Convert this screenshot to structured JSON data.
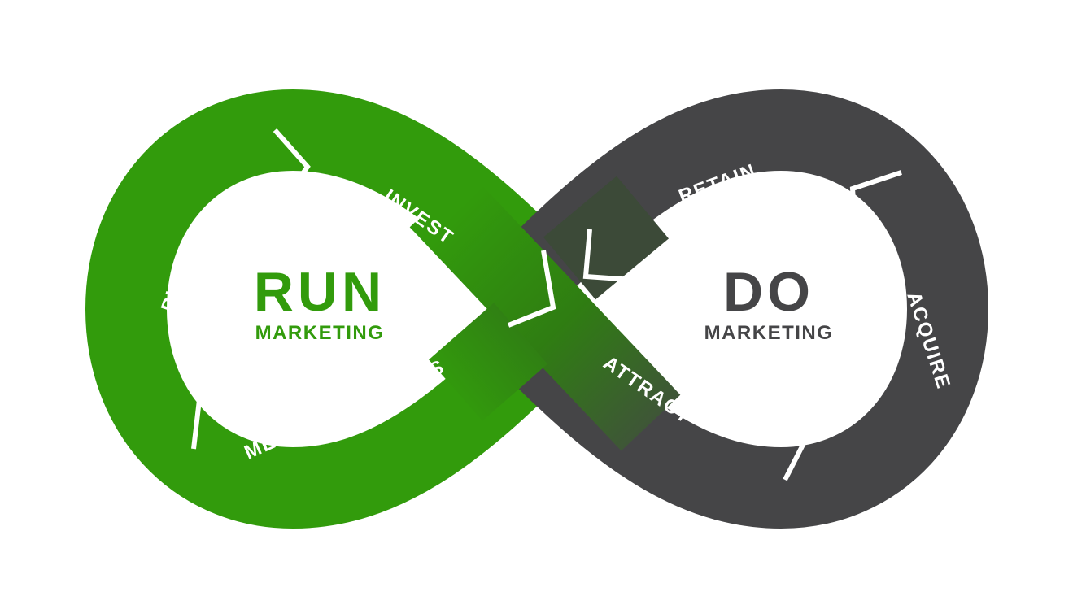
{
  "run": {
    "title": "RUN",
    "subtitle": "MARKETING",
    "color": "#329b0c",
    "steps": [
      "PLAN",
      "INVEST",
      "MEASURE RESULTS"
    ]
  },
  "do": {
    "title": "DO",
    "subtitle": "MARKETING",
    "color": "#454547",
    "steps": [
      "RETAIN",
      "ACQUIRE",
      "ATTRACT"
    ]
  },
  "colors": {
    "green": "#329b0c",
    "green_dark": "#2f7d12",
    "gray": "#454547",
    "gray_dark": "#3a3f38"
  },
  "shape": "infinity-loop"
}
